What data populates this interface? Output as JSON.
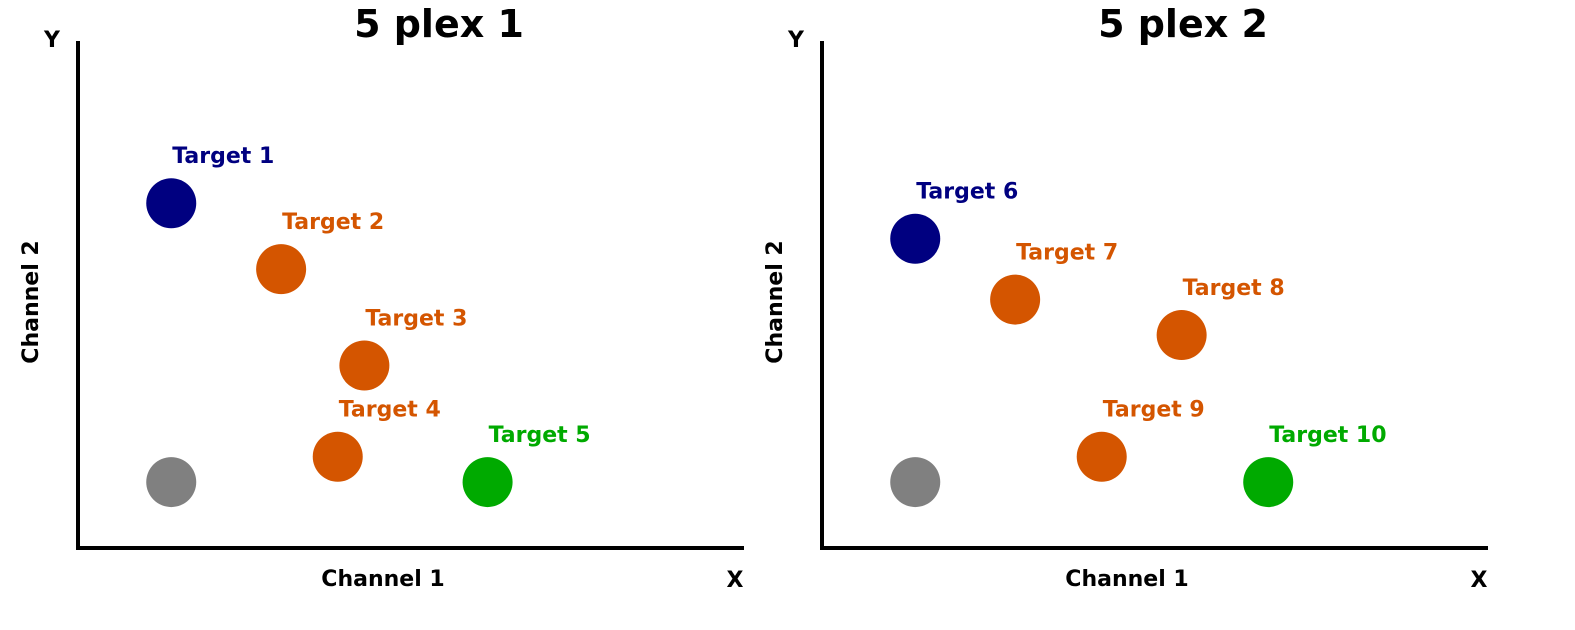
{
  "chart_data": [
    {
      "type": "scatter",
      "title": "5 plex 1",
      "xlabel": "Channel 1",
      "ylabel": "Channel 2",
      "x_end_label": "X",
      "y_end_label": "Y",
      "xlim": [
        0,
        100
      ],
      "ylim": [
        0,
        100
      ],
      "grid": false,
      "points": [
        {
          "label": "",
          "x": 14,
          "y": 13,
          "color": "#808080"
        },
        {
          "label": "Target 1",
          "x": 14,
          "y": 68,
          "color": "#000080"
        },
        {
          "label": "Target 2",
          "x": 30.5,
          "y": 55,
          "color": "#d45500"
        },
        {
          "label": "Target 3",
          "x": 43,
          "y": 36,
          "color": "#d45500"
        },
        {
          "label": "Target 4",
          "x": 39,
          "y": 18,
          "color": "#d45500"
        },
        {
          "label": "Target 5",
          "x": 61.5,
          "y": 13,
          "color": "#00aa00"
        }
      ]
    },
    {
      "type": "scatter",
      "title": "5 plex 2",
      "xlabel": "Channel 1",
      "ylabel": "Channel 2",
      "x_end_label": "X",
      "y_end_label": "Y",
      "xlim": [
        0,
        100
      ],
      "ylim": [
        0,
        100
      ],
      "grid": false,
      "points": [
        {
          "label": "",
          "x": 14,
          "y": 13,
          "color": "#808080"
        },
        {
          "label": "Target 6",
          "x": 14,
          "y": 61,
          "color": "#000080"
        },
        {
          "label": "Target 7",
          "x": 29,
          "y": 49,
          "color": "#d45500"
        },
        {
          "label": "Target 8",
          "x": 54,
          "y": 42,
          "color": "#d45500"
        },
        {
          "label": "Target 9",
          "x": 42,
          "y": 18,
          "color": "#d45500"
        },
        {
          "label": "Target 10",
          "x": 67,
          "y": 13,
          "color": "#00aa00"
        }
      ]
    }
  ]
}
